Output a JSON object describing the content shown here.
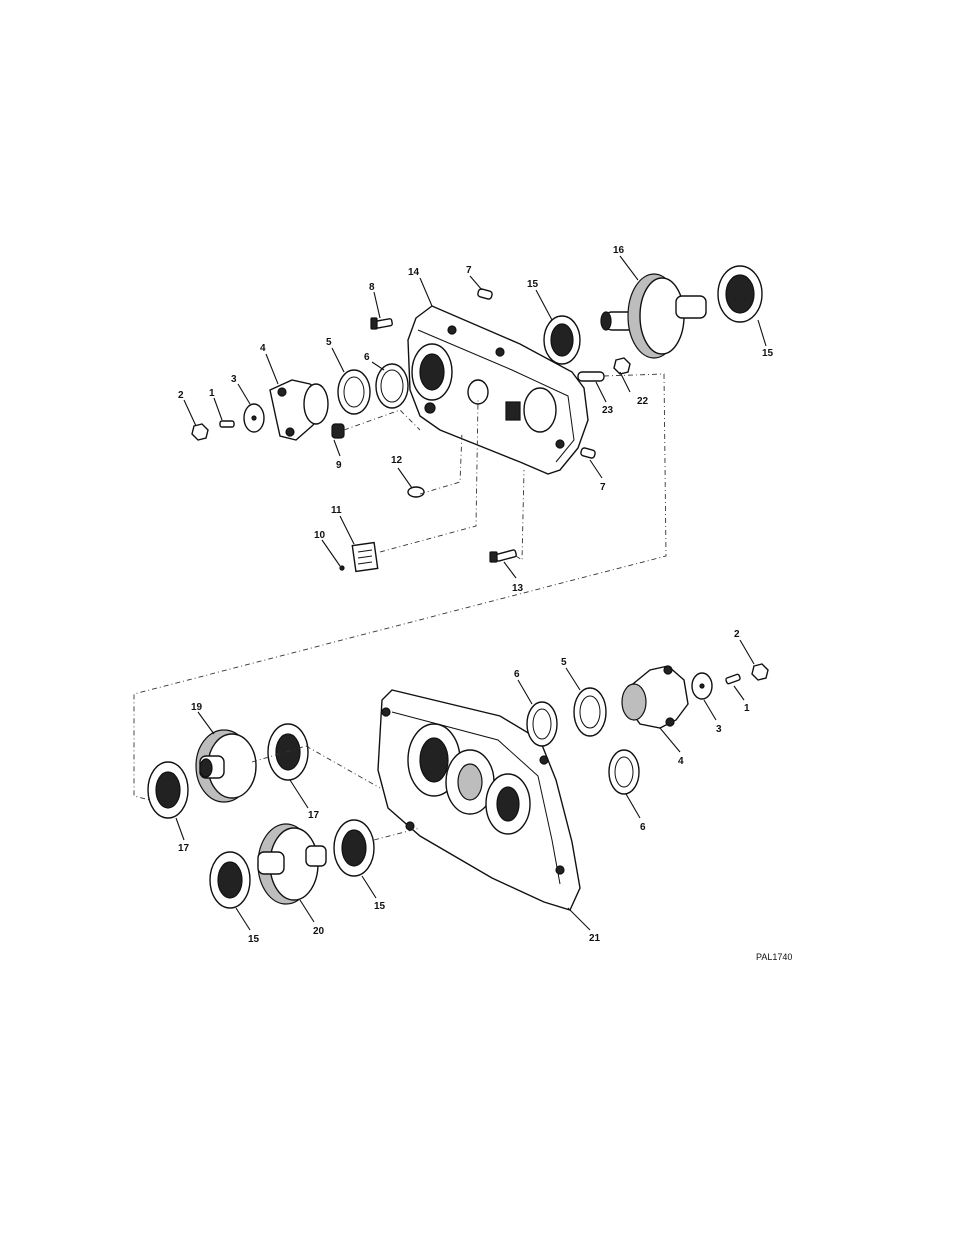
{
  "figure": {
    "figure_id": "PAL1740",
    "callouts": [
      {
        "id": "c-14",
        "text": "14"
      },
      {
        "id": "c-7a",
        "text": "7"
      },
      {
        "id": "c-8",
        "text": "8"
      },
      {
        "id": "c-15a",
        "text": "15"
      },
      {
        "id": "c-16",
        "text": "16"
      },
      {
        "id": "c-15b",
        "text": "15"
      },
      {
        "id": "c-4a",
        "text": "4"
      },
      {
        "id": "c-5a",
        "text": "5"
      },
      {
        "id": "c-6a",
        "text": "6"
      },
      {
        "id": "c-3a",
        "text": "3"
      },
      {
        "id": "c-2a",
        "text": "2"
      },
      {
        "id": "c-1a",
        "text": "1"
      },
      {
        "id": "c-23",
        "text": "23"
      },
      {
        "id": "c-22",
        "text": "22"
      },
      {
        "id": "c-9",
        "text": "9"
      },
      {
        "id": "c-12",
        "text": "12"
      },
      {
        "id": "c-7b",
        "text": "7"
      },
      {
        "id": "c-11",
        "text": "11"
      },
      {
        "id": "c-10",
        "text": "10"
      },
      {
        "id": "c-13",
        "text": "13"
      },
      {
        "id": "c-2b",
        "text": "2"
      },
      {
        "id": "c-5b",
        "text": "5"
      },
      {
        "id": "c-6b",
        "text": "6"
      },
      {
        "id": "c-1b",
        "text": "1"
      },
      {
        "id": "c-3b",
        "text": "3"
      },
      {
        "id": "c-19",
        "text": "19"
      },
      {
        "id": "c-4b",
        "text": "4"
      },
      {
        "id": "c-17a",
        "text": "17"
      },
      {
        "id": "c-17b",
        "text": "17"
      },
      {
        "id": "c-6c",
        "text": "6"
      },
      {
        "id": "c-15c",
        "text": "15"
      },
      {
        "id": "c-15d",
        "text": "15"
      },
      {
        "id": "c-20",
        "text": "20"
      },
      {
        "id": "c-21",
        "text": "21"
      }
    ]
  }
}
